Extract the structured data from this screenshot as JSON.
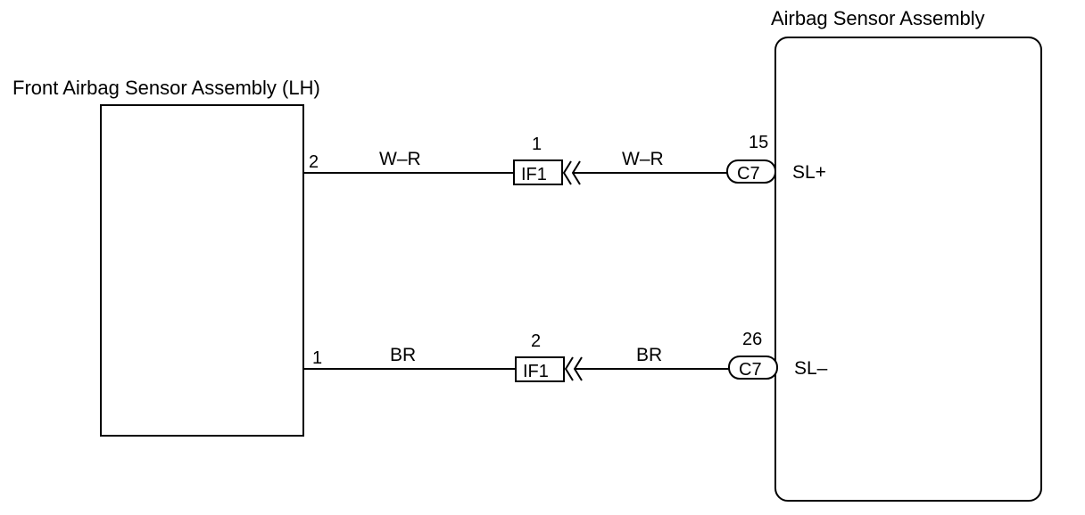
{
  "components": {
    "left": {
      "title": "Front Airbag Sensor Assembly (LH)"
    },
    "right": {
      "title": "Airbag Sensor Assembly"
    }
  },
  "circuits": [
    {
      "left_pin": "2",
      "wire_color_left": "W–R",
      "junction_pin": "1",
      "junction_connector": "IF1",
      "wire_color_right": "W–R",
      "ecu_pin": "15",
      "ecu_connector": "C7",
      "terminal": "SL+"
    },
    {
      "left_pin": "1",
      "wire_color_left": "BR",
      "junction_pin": "2",
      "junction_connector": "IF1",
      "wire_color_right": "BR",
      "ecu_pin": "26",
      "ecu_connector": "C7",
      "terminal": "SL–"
    }
  ]
}
